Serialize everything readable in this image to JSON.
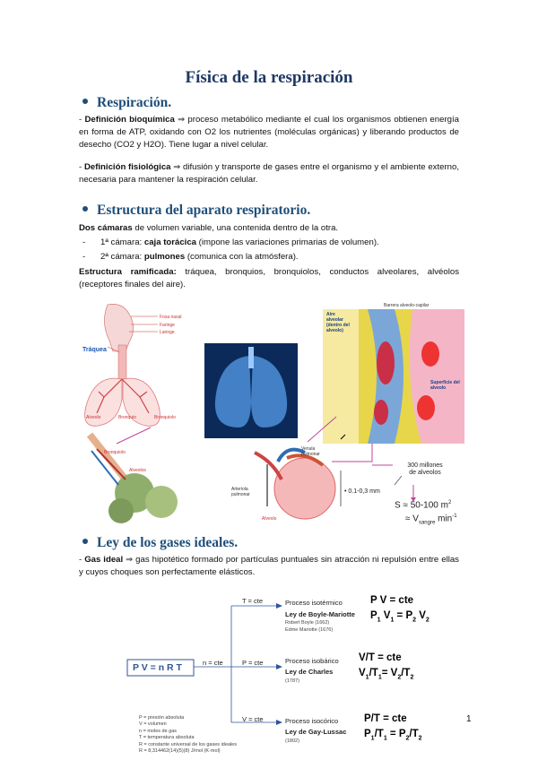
{
  "title": "Física de la respiración",
  "sections": {
    "respiracion": {
      "heading": "Respiración.",
      "def_bio_label": "Definición bioquímica",
      "def_bio_text": " ⇒ proceso metabólico mediante el cual los organismos obtienen energía en forma de ATP, oxidando con O2 los nutrientes (moléculas orgánicas) y liberando productos de desecho (CO2 y H2O). Tiene lugar a nivel celular.",
      "def_fis_label": "Definición fisiológica",
      "def_fis_text": " ⇒ difusión y transporte de gases entre el organismo y el ambiente externo, necesaria para mantener la respiración celular."
    },
    "estructura": {
      "heading": "Estructura del aparato respiratorio.",
      "intro_bold": "Dos cámaras",
      "intro_text": " de volumen variable, una contenida dentro de la otra.",
      "cam1_pre": "1ª cámara: ",
      "cam1_bold": "caja torácica",
      "cam1_post": " (impone las variaciones primarias de volumen).",
      "cam2_pre": "2ª cámara: ",
      "cam2_bold": "pulmones",
      "cam2_post": " (comunica con la atmósfera).",
      "ramif_bold": "Estructura ramificada:",
      "ramif_text": " tráquea, bronquios, bronquiolos, conductos alveolares, alvéolos (receptores finales del aire)."
    },
    "gases": {
      "heading": "Ley de los gases ideales.",
      "gas_label": "Gas ideal",
      "gas_text": " ⇒ gas hipotético formado por partículas puntuales sin atracción ni repulsión entre ellas y cuyos choques son perfectamente elásticos."
    }
  },
  "figure": {
    "traquea": "Tráquea",
    "fosa_nasal": "Fosa nasal",
    "faringe": "Faringe",
    "laringe": "Laringe",
    "alveolo": "Alveolo",
    "bronquio": "Bronquio",
    "bronquiolo": "Bronquiolo",
    "bronquiolo2": "Bronquiolo",
    "alveolos": "Alveolos",
    "alveolo2": "Alveolo",
    "vena_pulmonar": "Venula pulmonar",
    "arteriola": "Arteriola pulmonar",
    "aire_alveolar": "Aire alveolar (dentro del alveolo)",
    "barrera": "Barrera alveolo-capilar",
    "superficie": "Superficie del alveolo",
    "diam": "0.1-0,3 mm",
    "millones_1": "300 millones",
    "millones_2": "de",
    "millones_3": "alveolos",
    "superficie_eq": "S ≈ 50-100 m",
    "sup_exp": "2",
    "vol_pre": "≈ V",
    "vol_sub": "sangre",
    "vol_post": " min",
    "vol_exp": "-1"
  },
  "diagram": {
    "main": "P V = n R T",
    "n_cte": "n = cte",
    "t_cte": "T = cte",
    "p_cte": "P = cte",
    "v_cte": "V = cte",
    "iso_t": "Proceso isotérmico",
    "boyle": "Ley de Boyle-Mariotte",
    "boyle_1": "Robert Boyle (1662)",
    "boyle_2": "Edme Mariotte (1676)",
    "iso_p": "Proceso isobárico",
    "charles": "Ley de Charles",
    "charles_1": "(1787)",
    "iso_v": "Proceso isocórico",
    "gay": "Ley de Gay-Lussac",
    "gay_1": "(1802)",
    "eq_t1": "P V = cte",
    "eq_p1": "V/T = cte",
    "eq_v1": "P/T = cte",
    "legend": [
      "P = presión absoluta",
      "V = volumen",
      "n = moles de gas",
      "T = temperatura absoluta",
      "R = constante universal de los gases ideales",
      "R = 8,314462(14)(5)(8) J/mol (K·mol)"
    ]
  },
  "page_number": "1"
}
